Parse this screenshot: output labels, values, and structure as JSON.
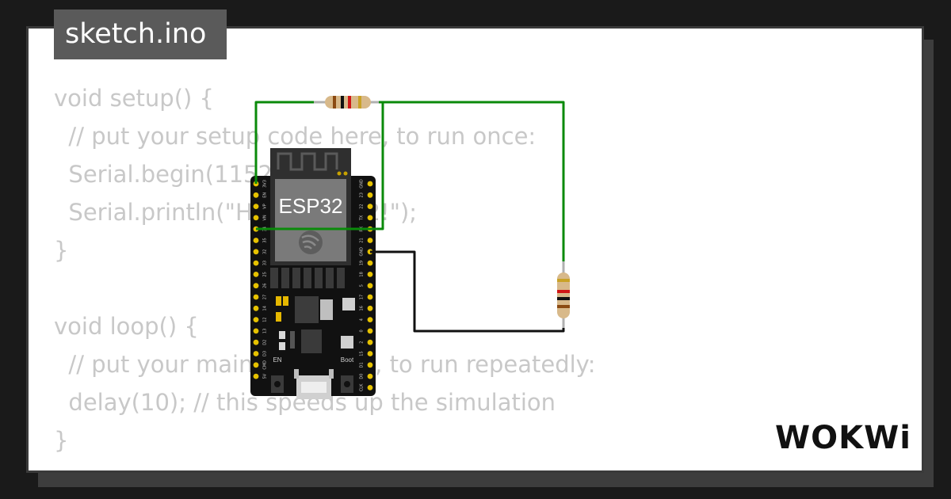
{
  "file_tab": {
    "name": "sketch.ino"
  },
  "code": {
    "lines": [
      "void setup() {",
      "  // put your setup code here, to run once:",
      "  Serial.begin(115200);",
      "  Serial.println(\"Hello, ESP32!\");",
      "}",
      "",
      "void loop() {",
      "  // put your main code here, to run repeatedly:",
      "  delay(10); // this speeds up the simulation",
      "}"
    ]
  },
  "board": {
    "chip_label": "ESP32",
    "en_label": "EN",
    "boot_label": "Boot",
    "left_pins": [
      "3V3",
      "EN",
      "VP",
      "VN",
      "34",
      "35",
      "32",
      "33",
      "25",
      "26",
      "27",
      "14",
      "12",
      "13",
      "D2",
      "D3",
      "CMD",
      "5V"
    ],
    "right_pins": [
      "GND",
      "23",
      "22",
      "TX",
      "RX",
      "21",
      "GND",
      "19",
      "18",
      "5",
      "17",
      "16",
      "4",
      "0",
      "2",
      "15",
      "D1",
      "D0",
      "CLK"
    ]
  },
  "wires": {
    "signal_color": "#0a8a0a",
    "ground_color": "#111111"
  },
  "brand": {
    "logo_text": "WOKWi"
  }
}
